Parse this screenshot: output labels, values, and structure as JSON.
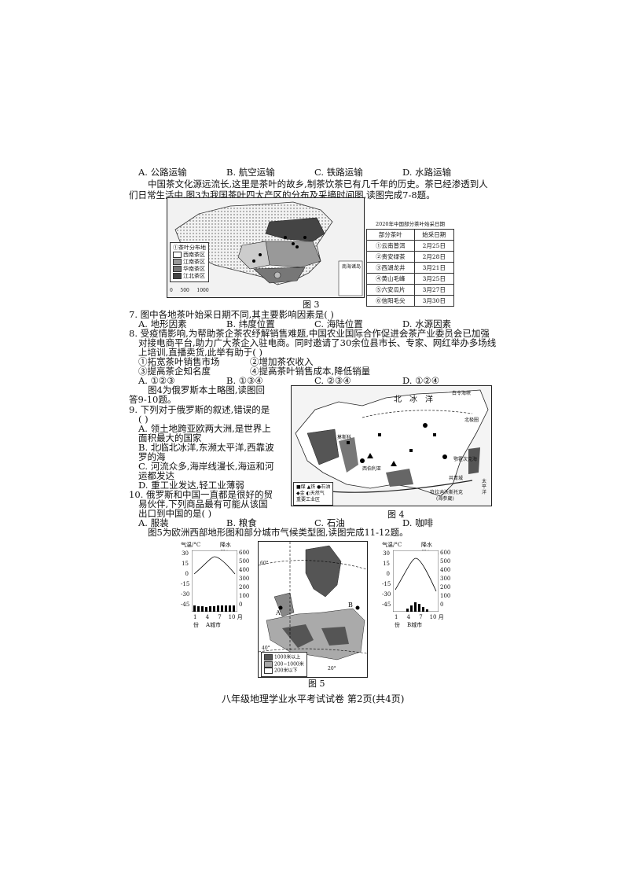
{
  "q6_options": [
    "A. 公路运输",
    "B. 航空运输",
    "C. 铁路运输",
    "D. 水路运输"
  ],
  "intro_tea": [
    "中国茶文化源远流长,这里是茶叶的故乡,制茶饮茶已有几千年的历史。茶已经渗透到人",
    "们日常生活中,图3为我国茶叶四大产区的分布及采摘时间图,读图完成7-8题。"
  ],
  "fig3": {
    "caption": "图 3",
    "legend": [
      "①茶叶分布地",
      "西南茶区",
      "江南茶区",
      "华南茶区",
      "江北茶区"
    ],
    "scale": [
      "0",
      "500",
      "1000"
    ],
    "region_labels": [
      "南海诸岛"
    ],
    "table_title": "2020年中国部分茶叶始采日期",
    "table_headers": [
      "部分茶叶",
      "始采日期"
    ],
    "table_rows": [
      [
        "①云南普洱",
        "2月25日"
      ],
      [
        "②贵安绿茶",
        "2月28日"
      ],
      [
        "③西湖龙井",
        "3月21日"
      ],
      [
        "④黄山毛峰",
        "3月25日"
      ],
      [
        "⑤六安瓜片",
        "3月27日"
      ],
      [
        "⑥信阳毛尖",
        "3月30日"
      ]
    ]
  },
  "q7": {
    "stem": "7. 图中各地茶叶始采日期不同,其主要影响因素是(      )",
    "options": [
      "A. 地形因素",
      "B. 纬度位置",
      "C. 海陆位置",
      "D. 水源因素"
    ]
  },
  "q8": {
    "stem": [
      "8. 受疫情影响,为帮助茶企茶农纾解销售难题,中国农业国际合作促进会茶产业委员会已加强",
      "对接电商平台,助力广大茶企入驻电商。同时邀请了30余位县市长、专家、网红举办多场线",
      "上培训,直播卖货,此举有助于(      )"
    ],
    "items": [
      "①拓宽茶叶销售市场",
      "②增加茶农收入",
      "③提高茶企知名度",
      "④提高茶叶销售成本,降低销量"
    ],
    "options": [
      "A. ①②③",
      "B. ①③④",
      "C. ②③④",
      "D. ①②④"
    ]
  },
  "intro_russia": [
    "图4为俄罗斯本土略图,读图回",
    "答9-10题。"
  ],
  "q9": {
    "stem": [
      "9. 下列对于俄罗斯的叙述,错误的是",
      "(      )"
    ],
    "options": [
      "A. 领土地跨亚欧两大洲,是世界上",
      "面积最大的国家",
      "B. 北临北冰洋,东濒太平洋,西靠波",
      "罗的海",
      "C. 河流众多,海岸线漫长,海运和河",
      "运都发达",
      "D. 重工业发达,轻工业薄弱"
    ]
  },
  "fig4": {
    "caption": "图 4",
    "labels": [
      "北",
      "冰",
      "洋",
      "白令海峡",
      "北极圈",
      "莫斯科",
      "西伯利亚",
      "鄂霍次克海",
      "共青城",
      "符拉迪沃斯托克",
      "(海参崴)",
      "太平洋"
    ],
    "legend": [
      "■煤 ▲铁 ●石油",
      "◆金 ◐天然气",
      "重要工业区"
    ]
  },
  "q10": {
    "stem": [
      "10. 俄罗斯和中国一直都是很好的贸",
      "易伙伴,下列商品最有可能从该国",
      "出口到中国的是(      )"
    ],
    "options": [
      "A. 服装",
      "B. 粮食",
      "C. 石油",
      "D. 咖啡"
    ]
  },
  "intro_europe": "图5为欧洲西部地形图和部分城市气候类型图,读图完成11-12题。",
  "fig5": {
    "caption": "图 5",
    "a_chart": {
      "temp_label": "气温/°C",
      "precip_label": "降水量/mm",
      "temp_ticks": [
        "30",
        "15",
        "0",
        "-15",
        "-30",
        "-45"
      ],
      "precip_ticks": [
        "600",
        "500",
        "400",
        "300",
        "200",
        "100",
        "0"
      ],
      "months": [
        "1",
        "4",
        "7",
        "10",
        "月份"
      ],
      "name": "A城市"
    },
    "b_chart": {
      "temp_label": "气温/°C",
      "precip_label": "降水量/mm",
      "temp_ticks": [
        "30",
        "15",
        "0",
        "-15",
        "-30",
        "-45"
      ],
      "precip_ticks": [
        "600",
        "500",
        "400",
        "300",
        "200",
        "100",
        "0"
      ],
      "months": [
        "1",
        "4",
        "7",
        "10",
        "月份"
      ],
      "name": "B城市"
    },
    "map_labels": [
      "60°",
      "A",
      "B",
      "40°",
      "20°"
    ],
    "legend": [
      "1000米以上",
      "200~1000米",
      "200米以下"
    ]
  },
  "footer": "八年级地理学业水平考试试卷    第2页(共4页)"
}
